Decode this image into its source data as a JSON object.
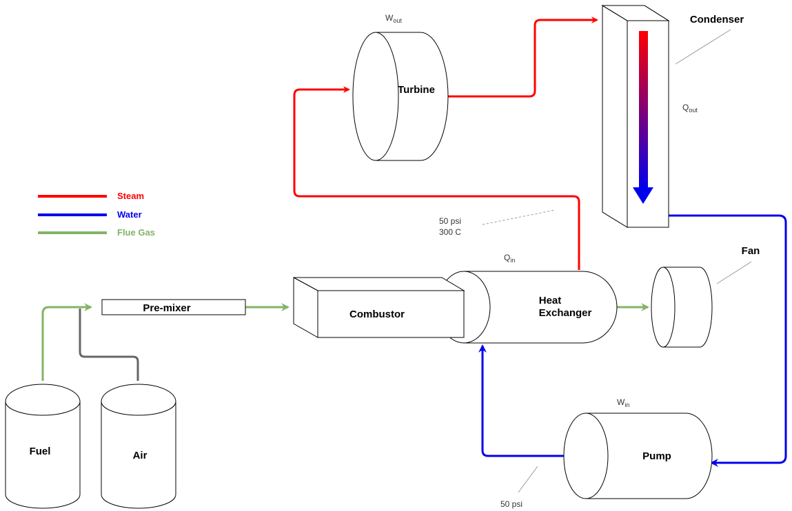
{
  "legend": {
    "steam": {
      "label": "Steam",
      "color": "#ff0000"
    },
    "water": {
      "label": "Water",
      "color": "#0000ee"
    },
    "flue_gas": {
      "label": "Flue Gas",
      "color": "#82b366"
    }
  },
  "components": {
    "turbine": "Turbine",
    "condenser": "Condenser",
    "heat_exchanger_line1": "Heat",
    "heat_exchanger_line2": "Exchanger",
    "combustor": "Combustor",
    "premixer": "Pre-mixer",
    "fan": "Fan",
    "pump": "Pump",
    "fuel": "Fuel",
    "air": "Air"
  },
  "annotations": {
    "w_out": {
      "base": "W",
      "sub": "out"
    },
    "q_out": {
      "base": "Q",
      "sub": "out"
    },
    "q_in": {
      "base": "Q",
      "sub": "in"
    },
    "w_in": {
      "base": "W",
      "sub": "in"
    },
    "steam_pressure": "50 psi",
    "steam_temp": "300 C",
    "pump_pressure": "50 psi"
  },
  "colors": {
    "air_line": "#666666",
    "outline": "#000000",
    "gradient_top": "#ff0000",
    "gradient_bottom": "#0000ee"
  }
}
